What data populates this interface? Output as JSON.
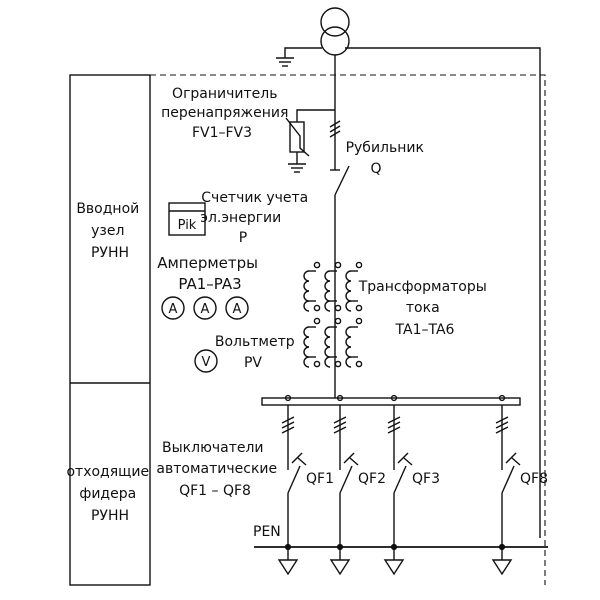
{
  "panel": {
    "input_node": [
      "Вводной",
      "узел",
      "РУНН"
    ],
    "feeders": [
      "отходящие",
      "фидера",
      "РУНН"
    ]
  },
  "labels": {
    "surge_limiter": [
      "Ограничитель",
      "перенапряжения",
      "FV1–FV3"
    ],
    "switch": [
      "Рубильник",
      "Q"
    ],
    "meter": [
      "Счетчик учета",
      "эл.энергии",
      "P"
    ],
    "meter_box": "Pik",
    "ammeters": [
      "Амперметры",
      "PA1–PA3"
    ],
    "ammeter_symbol": "A",
    "voltmeter": [
      "Вольтметр",
      "PV"
    ],
    "voltmeter_symbol": "V",
    "transformers": [
      "Трансформаторы",
      "тока",
      "TA1–TA6"
    ],
    "breakers": [
      "Выключатели",
      "автоматические",
      "QF1 – QF8"
    ],
    "pen": "PEN"
  },
  "breakers": [
    "QF1",
    "QF2",
    "QF3",
    "QF8"
  ]
}
